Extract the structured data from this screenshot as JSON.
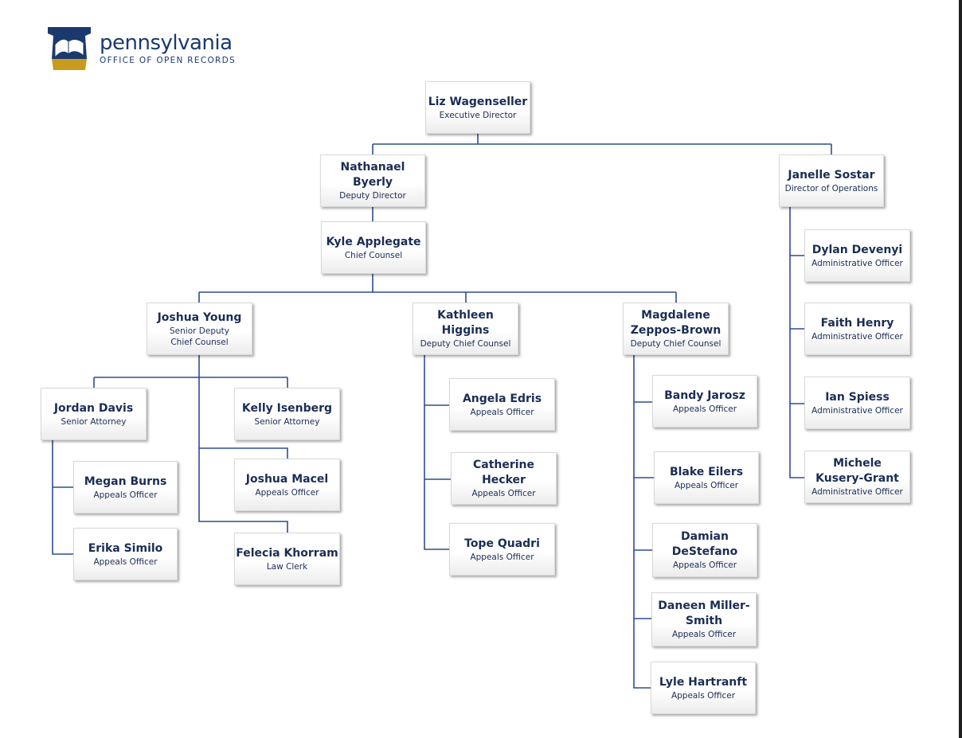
{
  "logo": {
    "name": "pennsylvania",
    "subtitle": "OFFICE OF OPEN RECORDS"
  },
  "people": [
    {
      "id": "wagenseller",
      "name": "Liz Wagenseller",
      "title": "Executive Director"
    },
    {
      "id": "byerly",
      "name": "Nathanael Byerly",
      "title": "Deputy Director"
    },
    {
      "id": "sostar",
      "name": "Janelle Sostar",
      "title": "Director of Operations"
    },
    {
      "id": "applegate",
      "name": "Kyle Applegate",
      "title": "Chief Counsel"
    },
    {
      "id": "young",
      "name": "Joshua Young",
      "title": "Senior Deputy\nChief Counsel"
    },
    {
      "id": "higgins",
      "name": "Kathleen Higgins",
      "title": "Deputy Chief Counsel"
    },
    {
      "id": "zeppos",
      "name": "Magdalene\nZeppos-Brown",
      "title": "Deputy Chief Counsel"
    },
    {
      "id": "davis",
      "name": "Jordan Davis",
      "title": "Senior Attorney"
    },
    {
      "id": "isenberg",
      "name": "Kelly Isenberg",
      "title": "Senior Attorney"
    },
    {
      "id": "burns",
      "name": "Megan Burns",
      "title": "Appeals Officer"
    },
    {
      "id": "similo",
      "name": "Erika Similo",
      "title": "Appeals Officer"
    },
    {
      "id": "macel",
      "name": "Joshua Macel",
      "title": "Appeals Officer"
    },
    {
      "id": "khorram",
      "name": "Felecia Khorram",
      "title": "Law Clerk"
    },
    {
      "id": "edris",
      "name": "Angela Edris",
      "title": "Appeals Officer"
    },
    {
      "id": "hecker",
      "name": "Catherine Hecker",
      "title": "Appeals Officer"
    },
    {
      "id": "quadri",
      "name": "Tope Quadri",
      "title": "Appeals Officer"
    },
    {
      "id": "jarosz",
      "name": "Bandy Jarosz",
      "title": "Appeals Officer"
    },
    {
      "id": "eilers",
      "name": "Blake Eilers",
      "title": "Appeals Officer"
    },
    {
      "id": "destefano",
      "name": "Damian\nDeStefano",
      "title": "Appeals Officer"
    },
    {
      "id": "millersmith",
      "name": "Daneen Miller-\nSmith",
      "title": "Appeals Officer"
    },
    {
      "id": "hartranft",
      "name": "Lyle Hartranft",
      "title": "Appeals Officer"
    },
    {
      "id": "devenyi",
      "name": "Dylan Devenyi",
      "title": "Administrative Officer"
    },
    {
      "id": "henry",
      "name": "Faith Henry",
      "title": "Administrative Officer"
    },
    {
      "id": "spiess",
      "name": "Ian Spiess",
      "title": "Administrative Officer"
    },
    {
      "id": "kusery",
      "name": "Michele\nKusery-Grant",
      "title": "Administrative Officer"
    }
  ],
  "reports_to": [
    [
      "byerly",
      "wagenseller"
    ],
    [
      "sostar",
      "wagenseller"
    ],
    [
      "applegate",
      "byerly"
    ],
    [
      "young",
      "applegate"
    ],
    [
      "higgins",
      "applegate"
    ],
    [
      "zeppos",
      "applegate"
    ],
    [
      "davis",
      "young"
    ],
    [
      "isenberg",
      "young"
    ],
    [
      "macel",
      "young"
    ],
    [
      "khorram",
      "young"
    ],
    [
      "burns",
      "davis"
    ],
    [
      "similo",
      "davis"
    ],
    [
      "edris",
      "higgins"
    ],
    [
      "hecker",
      "higgins"
    ],
    [
      "quadri",
      "higgins"
    ],
    [
      "jarosz",
      "zeppos"
    ],
    [
      "eilers",
      "zeppos"
    ],
    [
      "destefano",
      "zeppos"
    ],
    [
      "millersmith",
      "zeppos"
    ],
    [
      "hartranft",
      "zeppos"
    ],
    [
      "devenyi",
      "sostar"
    ],
    [
      "henry",
      "sostar"
    ],
    [
      "spiess",
      "sostar"
    ],
    [
      "kusery",
      "sostar"
    ]
  ],
  "colors": {
    "connector": "#2e4d8f",
    "text": "#1b2d55",
    "brand_blue": "#1a3a6e",
    "brand_gold": "#c89b1f"
  }
}
